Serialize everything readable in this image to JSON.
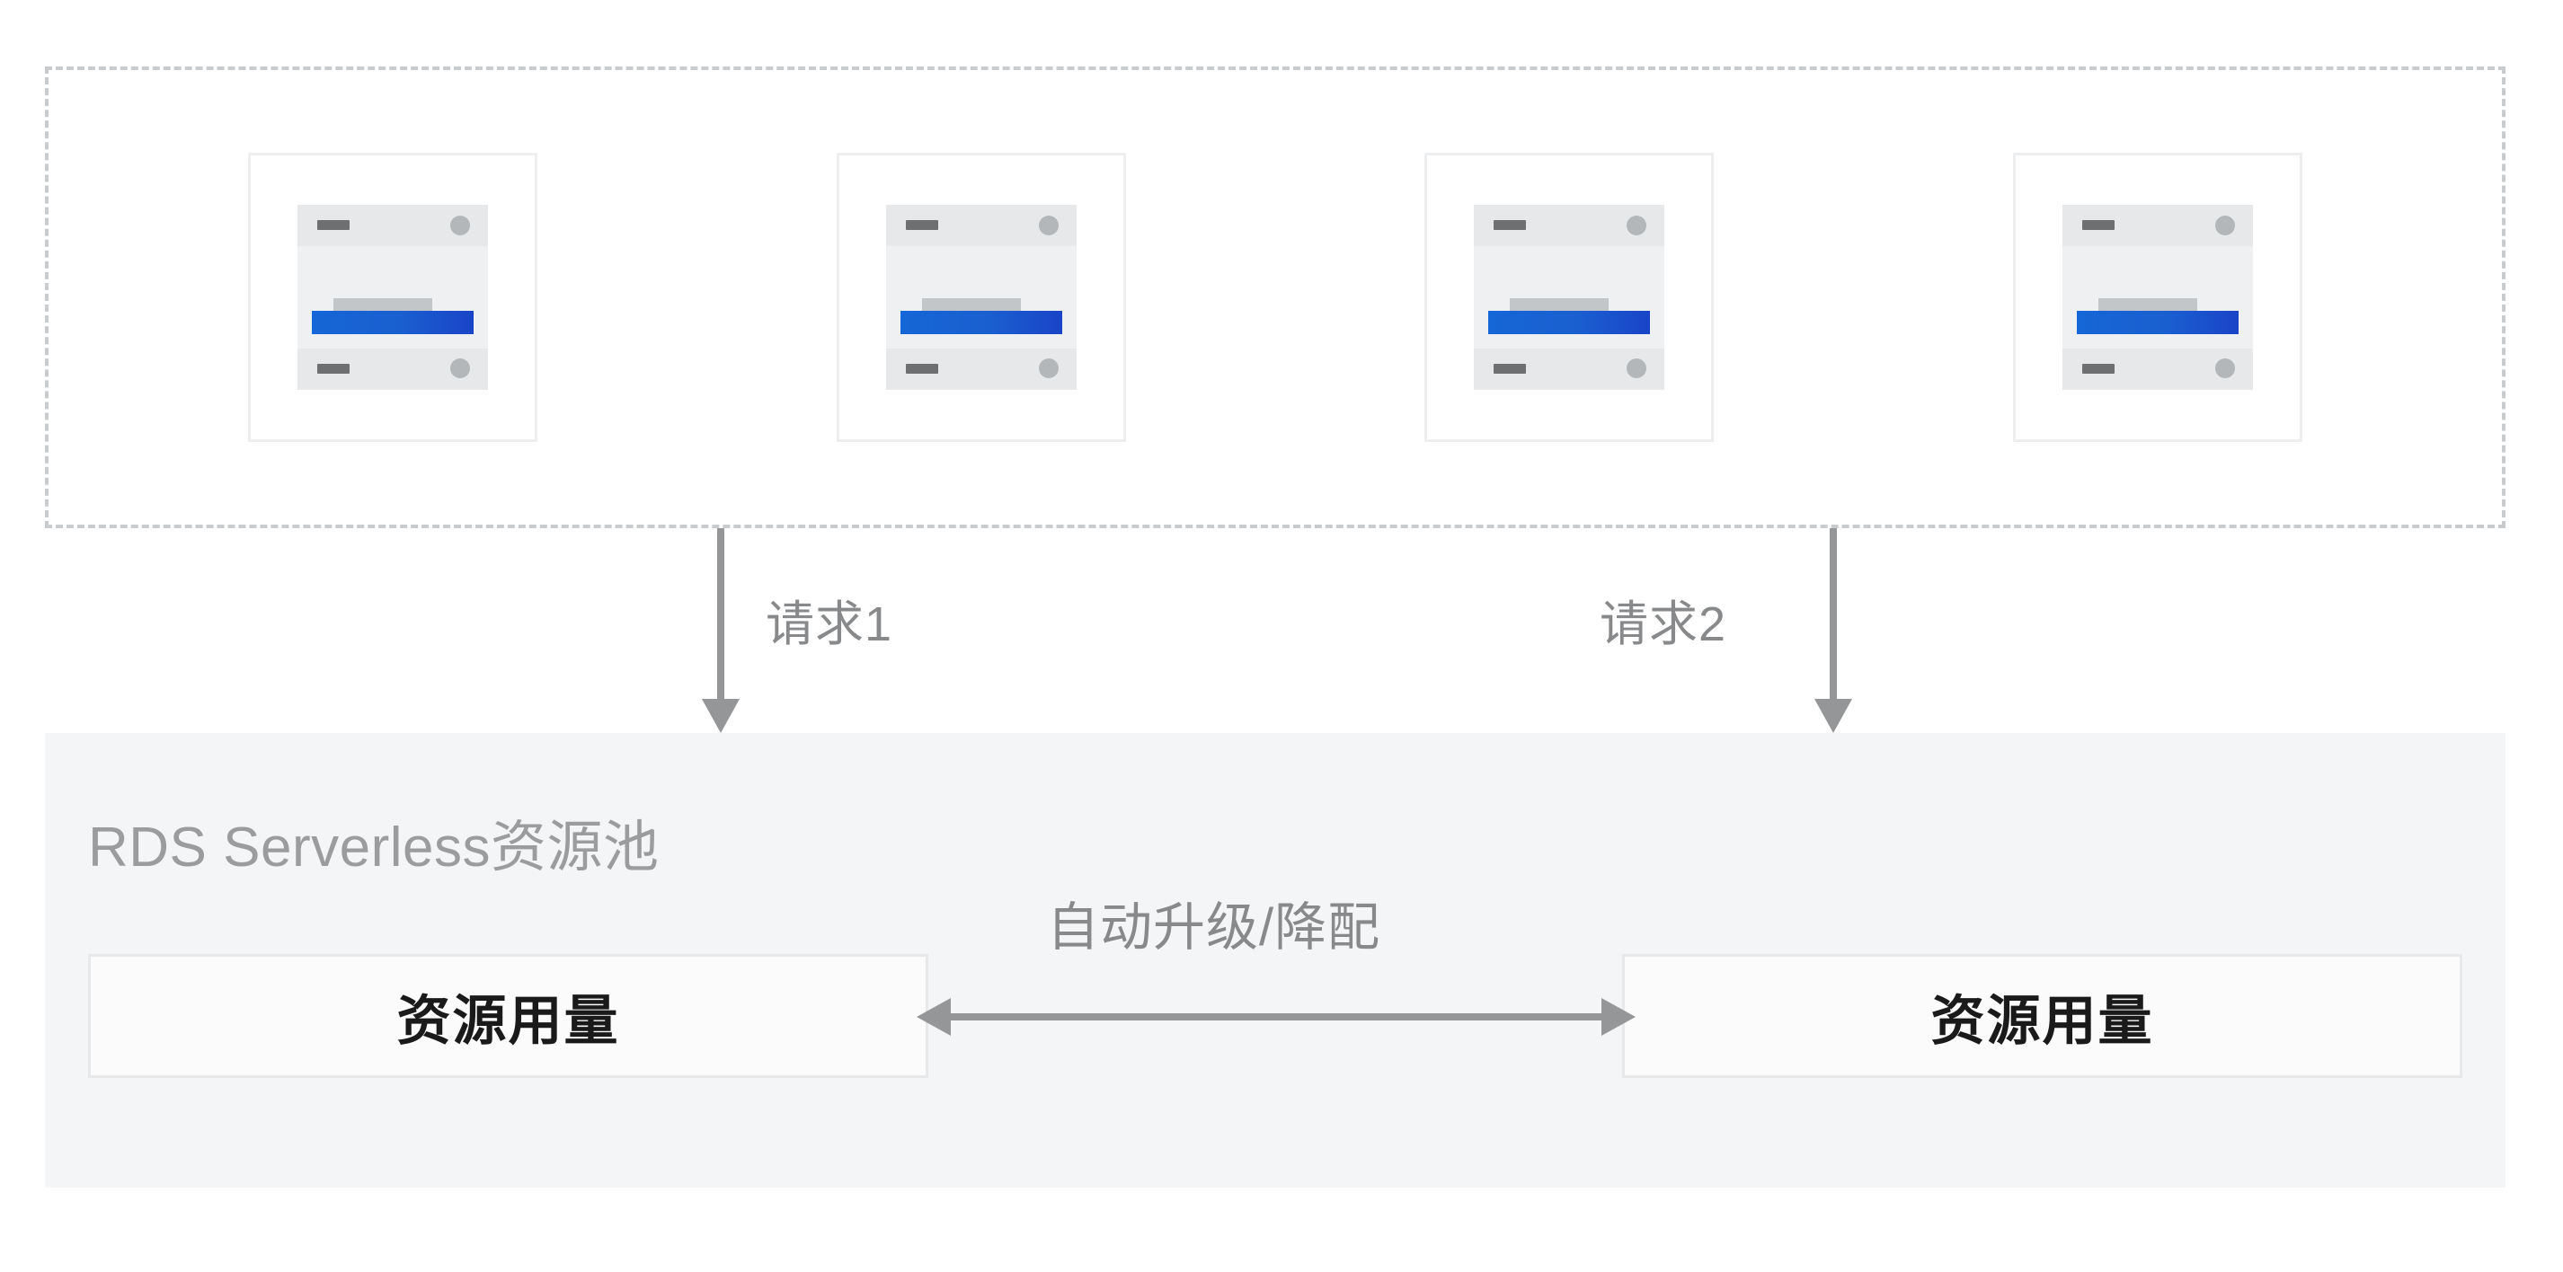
{
  "diagram": {
    "client_region": {
      "name": "client-requests-region",
      "border_style": "dashed",
      "border_color": "#c9ccce",
      "cards": [
        {
          "id": "server-card-1",
          "icon": "database-server-icon"
        },
        {
          "id": "server-card-2",
          "icon": "database-server-icon"
        },
        {
          "id": "server-card-3",
          "icon": "database-server-icon"
        },
        {
          "id": "server-card-4",
          "icon": "database-server-icon"
        }
      ]
    },
    "request_arrows": [
      {
        "id": "request-arrow-1",
        "label": "请求1",
        "direction": "down"
      },
      {
        "id": "request-arrow-2",
        "label": "请求2",
        "direction": "down"
      }
    ],
    "pool": {
      "title": "RDS Serverless资源池",
      "background": "#f4f5f6",
      "usage_boxes": [
        {
          "id": "usage-box-left",
          "label": "资源用量"
        },
        {
          "id": "usage-box-right",
          "label": "资源用量"
        }
      ],
      "scale_connector": {
        "label": "自动升级/降配",
        "direction": "bidirectional",
        "color": "#949698"
      }
    },
    "colors": {
      "accent_blue": "#1a55d0",
      "arrow_gray": "#949698",
      "muted_text": "#9a9c9e",
      "panel_bg": "#f4f5f6",
      "card_border": "#eceeef"
    }
  }
}
